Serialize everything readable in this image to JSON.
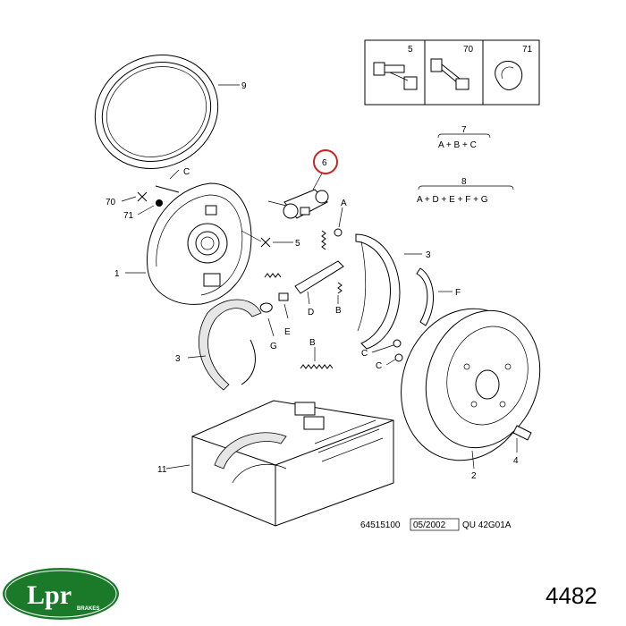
{
  "callouts": {
    "n1": "1",
    "n2": "2",
    "n3a": "3",
    "n3b": "3",
    "n4": "4",
    "n5a": "5",
    "n6": "6",
    "n9": "9",
    "n11": "11",
    "n70": "70",
    "n71": "71",
    "A": "A",
    "B1": "B",
    "B2": "B",
    "C1": "C",
    "C2": "C",
    "C3": "C",
    "D": "D",
    "E": "E",
    "F": "F",
    "G": "G"
  },
  "kit_table": {
    "col1": "5",
    "col2": "70",
    "col3": "71"
  },
  "kit_formulas": {
    "k7_num": "7",
    "k7_formula": "A + B + C",
    "k8_num": "8",
    "k8_formula": "A + D + E + F + G"
  },
  "reference": {
    "code": "64515100",
    "date": "05/2002",
    "suffix": "QU  42G01A"
  },
  "brand": {
    "logo": "Lpr",
    "logo_sub": "BRAKES",
    "logo_color": "#1a7a2a"
  },
  "part_number": "4482",
  "highlight_color": "#cc2222"
}
